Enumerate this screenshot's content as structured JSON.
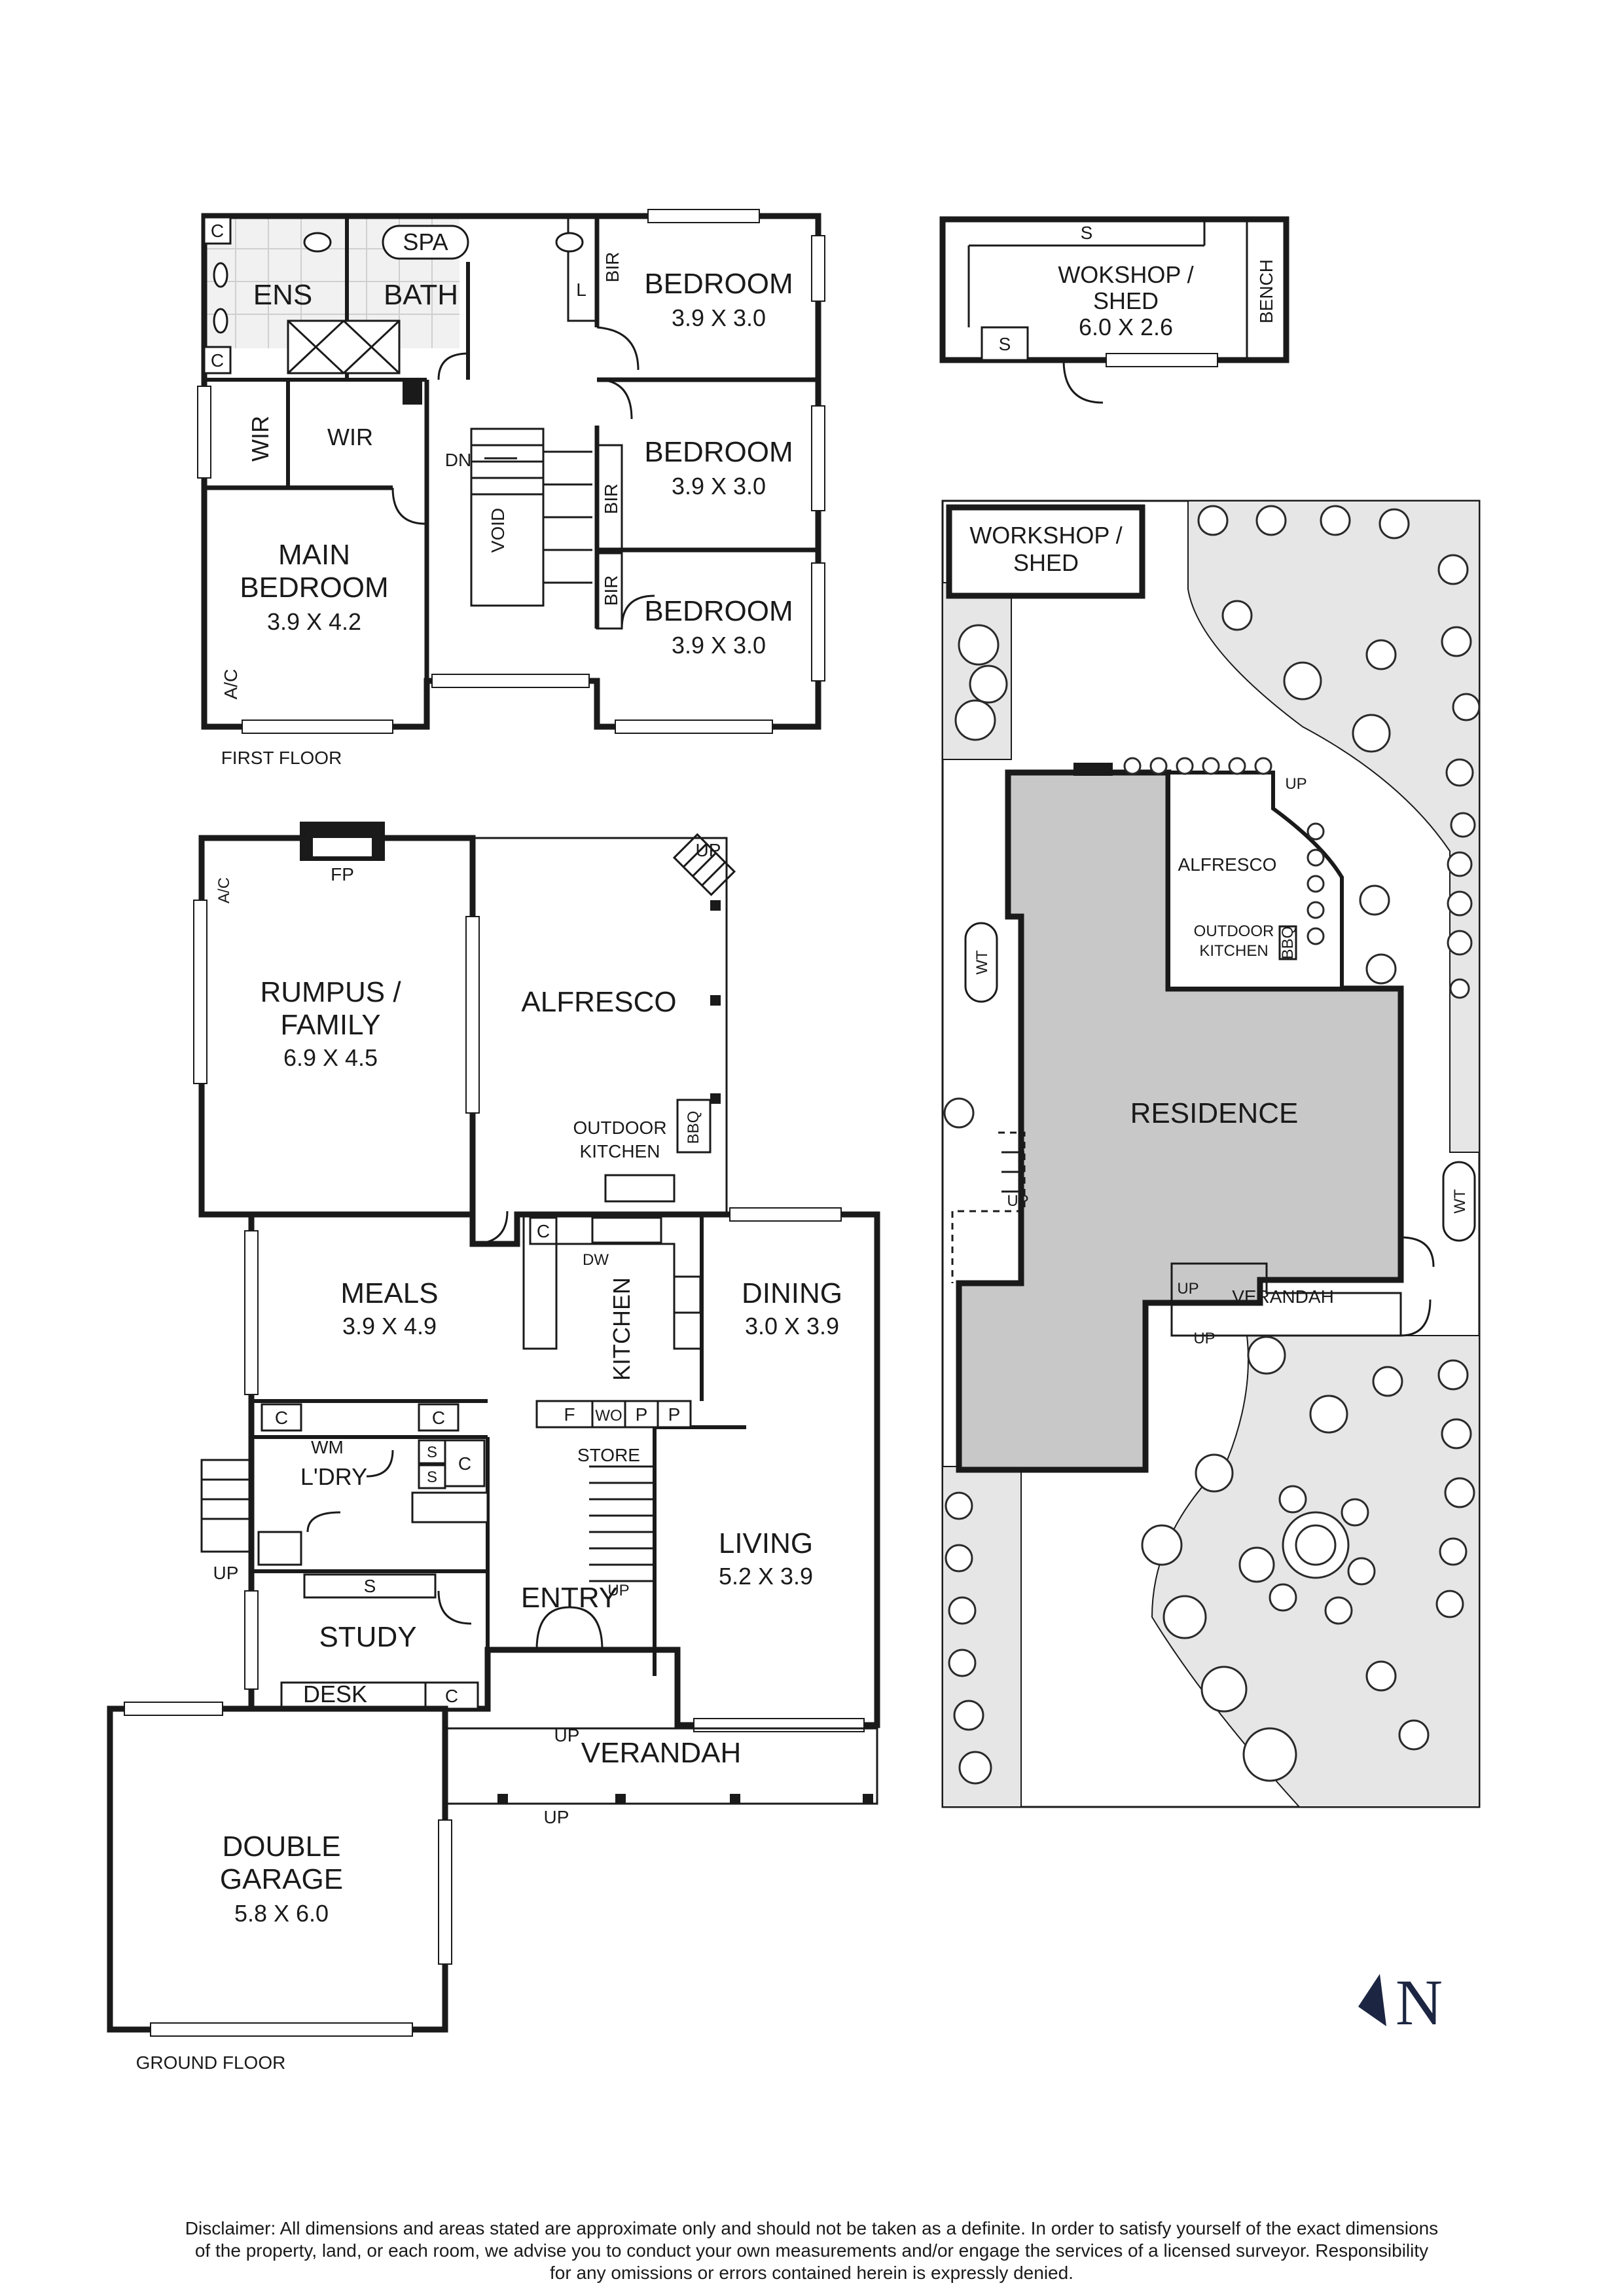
{
  "floors": {
    "first_floor_label": "FIRST FLOOR",
    "ground_floor_label": "GROUND FLOOR"
  },
  "first_floor": {
    "c1": "C",
    "c2": "C",
    "ens": "ENS",
    "spa": "SPA",
    "bath": "BATH",
    "l": "L",
    "bir1": "BIR",
    "bir2": "BIR",
    "bir3": "BIR",
    "wir1": "WIR",
    "wir2": "WIR",
    "dn": "DN",
    "void": "VOID",
    "ac": "A/C",
    "bedroom1_name": "BEDROOM",
    "bedroom1_size": "3.9 X 3.0",
    "bedroom2_name": "BEDROOM",
    "bedroom2_size": "3.9 X 3.0",
    "bedroom3_name": "BEDROOM",
    "bedroom3_size": "3.9 X 3.0",
    "main_bedroom_line1": "MAIN",
    "main_bedroom_line2": "BEDROOM",
    "main_bedroom_size": "3.9 X 4.2"
  },
  "shed": {
    "s1": "S",
    "s2": "S",
    "name_line1": "WOKSHOP /",
    "name_line2": "SHED",
    "size": "6.0 X 2.6",
    "bench": "BENCH"
  },
  "ground_floor": {
    "fp": "FP",
    "ac": "A/C",
    "up1": "UP",
    "rumpus_line1": "RUMPUS /",
    "rumpus_line2": "FAMILY",
    "rumpus_size": "6.9 X 4.5",
    "alfresco": "ALFRESCO",
    "outdoor_kitchen_line1": "OUTDOOR",
    "outdoor_kitchen_line2": "KITCHEN",
    "bbq": "BBQ",
    "c_kitchen": "C",
    "dw": "DW",
    "kitchen": "KITCHEN",
    "meals_name": "MEALS",
    "meals_size": "3.9 X 4.9",
    "dining_name": "DINING",
    "dining_size": "3.0 X 3.9",
    "c_a": "C",
    "c_b": "C",
    "c_c": "C",
    "c_d": "C",
    "f": "F",
    "wo": "WO",
    "p1": "P",
    "p2": "P",
    "wm": "WM",
    "s_a": "S",
    "s_b": "S",
    "s_c": "S",
    "laundry": "L'DRY",
    "store": "STORE",
    "living_name": "LIVING",
    "living_size": "5.2 X 3.9",
    "entry": "ENTRY",
    "up_stairs": "UP",
    "up_laundry": "UP",
    "study": "STUDY",
    "desk": "DESK",
    "up_entry": "UP",
    "verandah": "VERANDAH",
    "up_verandah": "UP",
    "garage_line1": "DOUBLE",
    "garage_line2": "GARAGE",
    "garage_size": "5.8 X 6.0"
  },
  "site": {
    "workshop_line1": "WORKSHOP /",
    "workshop_line2": "SHED",
    "up_alfresco": "UP",
    "alfresco": "ALFRESCO",
    "outdoor_kitchen_line1": "OUTDOOR",
    "outdoor_kitchen_line2": "KITCHEN",
    "bbq": "BBQ",
    "wt1": "WT",
    "wt2": "WT",
    "residence": "RESIDENCE",
    "up_side": "UP",
    "up_verandah1": "UP",
    "verandah": "VERANDAH",
    "up_verandah2": "UP"
  },
  "north": "N",
  "disclaimer": {
    "line1": "Disclaimer: All dimensions and areas stated are approximate only and should not be taken as a definite. In order to satisfy yourself of the exact dimensions",
    "line2": "of the property, land, or each room, we advise you to conduct your own measurements and/or engage the services of a licensed surveyor. Responsibility",
    "line3": "for any omissions or errors contained herein is expressly denied."
  },
  "colors": {
    "ink": "#1a1a1a",
    "site_fill": "#e6e6e6",
    "residence_fill": "#c8c8c8",
    "north_accent": "#1c2541"
  }
}
